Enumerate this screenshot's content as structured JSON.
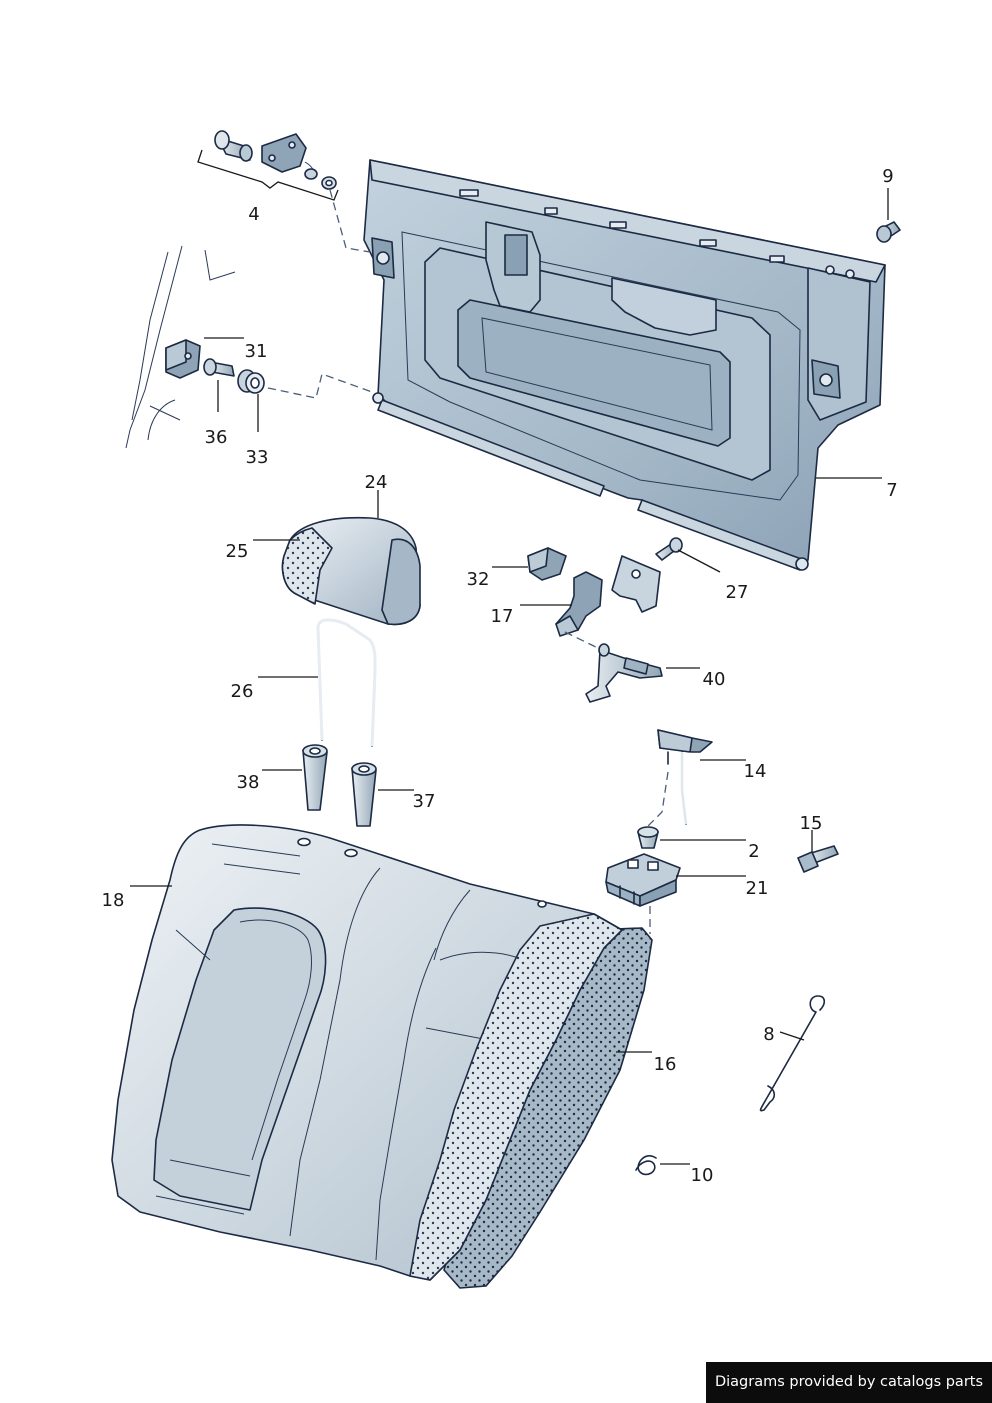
{
  "credit": "Diagrams provided by catalogs parts",
  "callouts": [
    {
      "id": "4",
      "label": "4"
    },
    {
      "id": "9",
      "label": "9"
    },
    {
      "id": "31",
      "label": "31"
    },
    {
      "id": "36",
      "label": "36"
    },
    {
      "id": "33",
      "label": "33"
    },
    {
      "id": "7",
      "label": "7"
    },
    {
      "id": "24",
      "label": "24"
    },
    {
      "id": "25",
      "label": "25"
    },
    {
      "id": "32",
      "label": "32"
    },
    {
      "id": "27",
      "label": "27"
    },
    {
      "id": "17",
      "label": "17"
    },
    {
      "id": "40",
      "label": "40"
    },
    {
      "id": "26",
      "label": "26"
    },
    {
      "id": "14",
      "label": "14"
    },
    {
      "id": "38",
      "label": "38"
    },
    {
      "id": "37",
      "label": "37"
    },
    {
      "id": "2",
      "label": "2"
    },
    {
      "id": "15",
      "label": "15"
    },
    {
      "id": "21",
      "label": "21"
    },
    {
      "id": "18",
      "label": "18"
    },
    {
      "id": "8",
      "label": "8"
    },
    {
      "id": "16",
      "label": "16"
    },
    {
      "id": "10",
      "label": "10"
    }
  ],
  "colors": {
    "panel": "#a9bccb",
    "panel_dark": "#7e96aa",
    "panel_light": "#cdd9e2",
    "foam": "#bccad5",
    "cover": "#d3dde5",
    "outline": "#1c2a44"
  }
}
